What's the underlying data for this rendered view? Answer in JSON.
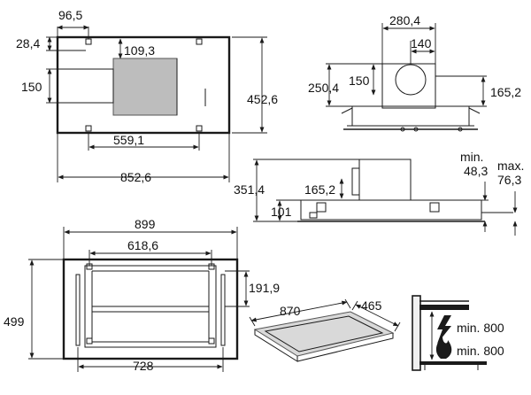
{
  "top_view": {
    "d_96_5": "96,5",
    "d_28_4": "28,4",
    "d_109_3": "109,3",
    "d_150": "150",
    "d_452_6": "452,6",
    "d_559_1": "559,1",
    "d_852_6": "852,6"
  },
  "front_view": {
    "d_280_4": "280,4",
    "d_140": "140",
    "d_250_4": "250,4",
    "d_150": "150",
    "d_165_2": "165,2"
  },
  "side_view": {
    "d_351_4": "351,4",
    "d_165_2": "165,2",
    "d_101": "101",
    "min_label": "min.",
    "min_value": "48,3",
    "max_label": "max.",
    "max_value": "76,3"
  },
  "cutout_view": {
    "d_899": "899",
    "d_618_6": "618,6",
    "d_191_9": "191,9",
    "d_499": "499",
    "d_728": "728"
  },
  "iso_view": {
    "d_870": "870",
    "d_465": "465"
  },
  "clearance": {
    "upper": "min. 800",
    "lower": "min. 800"
  }
}
